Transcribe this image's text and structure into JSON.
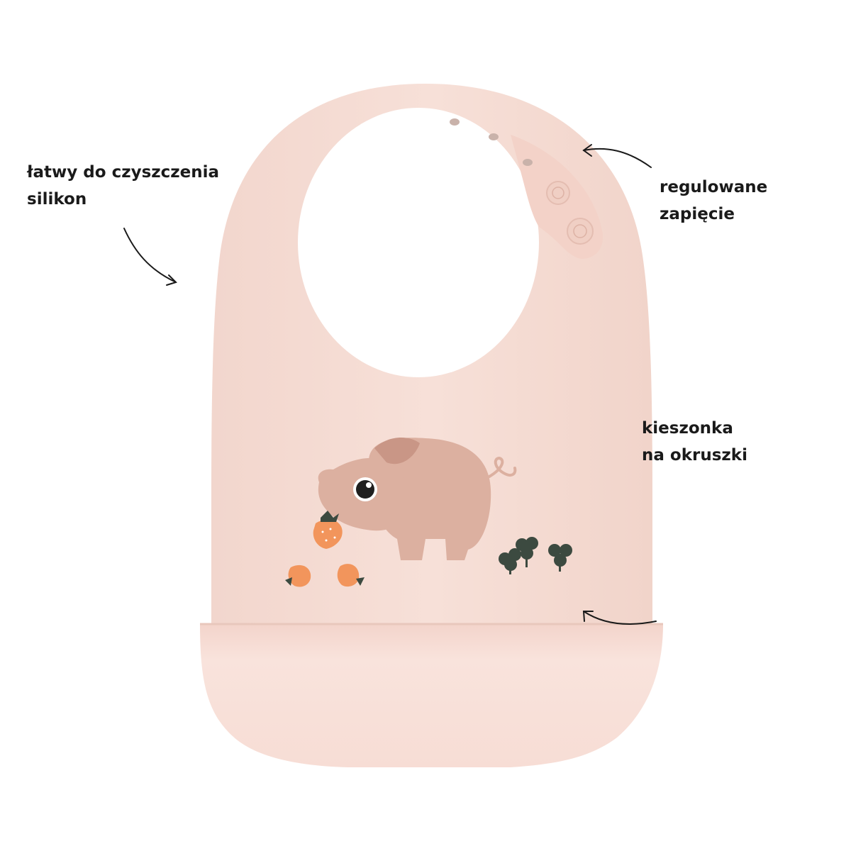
{
  "labels": {
    "easy_clean": {
      "line1": "łatwy do czyszczenia",
      "line2": "silikon"
    },
    "adjustable": {
      "line1": "regulowane",
      "line2": "zapięcie"
    },
    "pocket": {
      "line1": "kieszonka",
      "line2": "na okruszki"
    }
  },
  "colors": {
    "bib": "#f6ded6",
    "bib_shadow": "#ecccc2",
    "pocket": "#f8e0d9",
    "pig": "#dcb0a0",
    "pig_dark": "#c99686",
    "strawberry": "#f2955c",
    "clover": "#3c4a40",
    "text": "#1a1a1a"
  },
  "icons": [
    "arrow-icon",
    "pig-illustration",
    "strawberry-icon",
    "clover-icon",
    "snap-button-icon"
  ]
}
